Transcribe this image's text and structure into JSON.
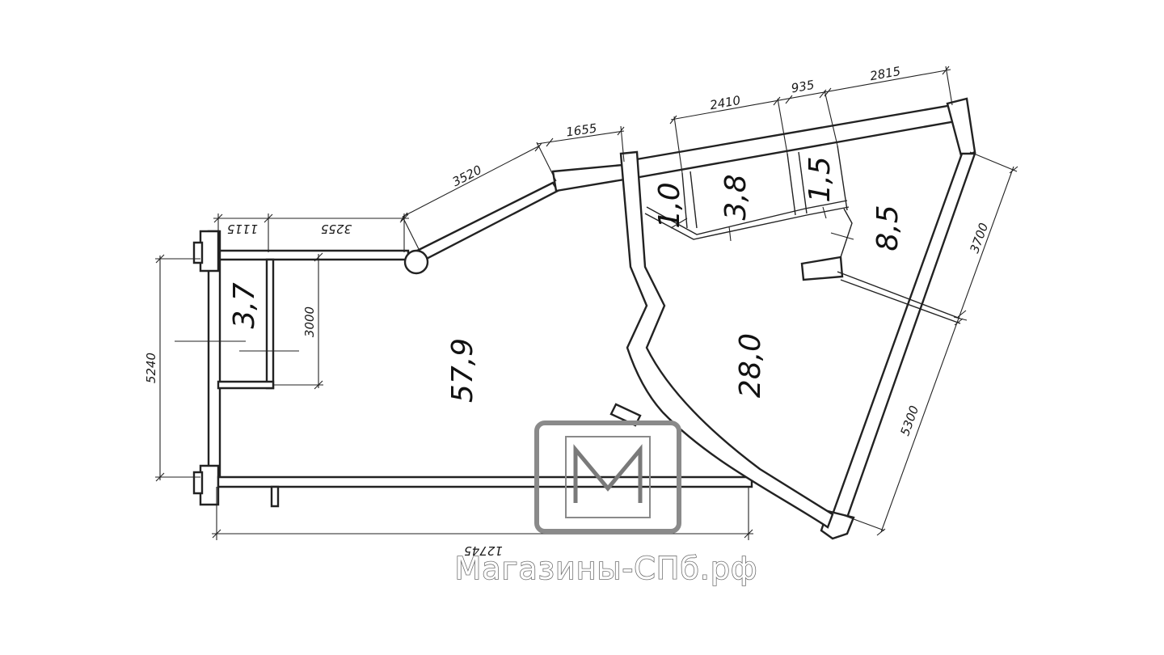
{
  "rooms": {
    "r57_9": "57,9",
    "r28_0": "28,0",
    "r8_5": "8,5",
    "r3_8": "3,8",
    "r3_7": "3,7",
    "r1_5": "1,5",
    "r1_0": "1,0"
  },
  "dimensions": {
    "d12745": "12745",
    "d5240": "5240",
    "d3000": "3000",
    "d1115": "1115",
    "d3255": "3255",
    "d3520": "3520",
    "d1655": "1655",
    "d2410": "2410",
    "d935": "935",
    "d2815": "2815",
    "d3700": "3700",
    "d5300": "5300"
  },
  "watermark": {
    "site": "Магазины-СПб.рф",
    "logo_letter": "M",
    "color": "#8a8a8a"
  }
}
